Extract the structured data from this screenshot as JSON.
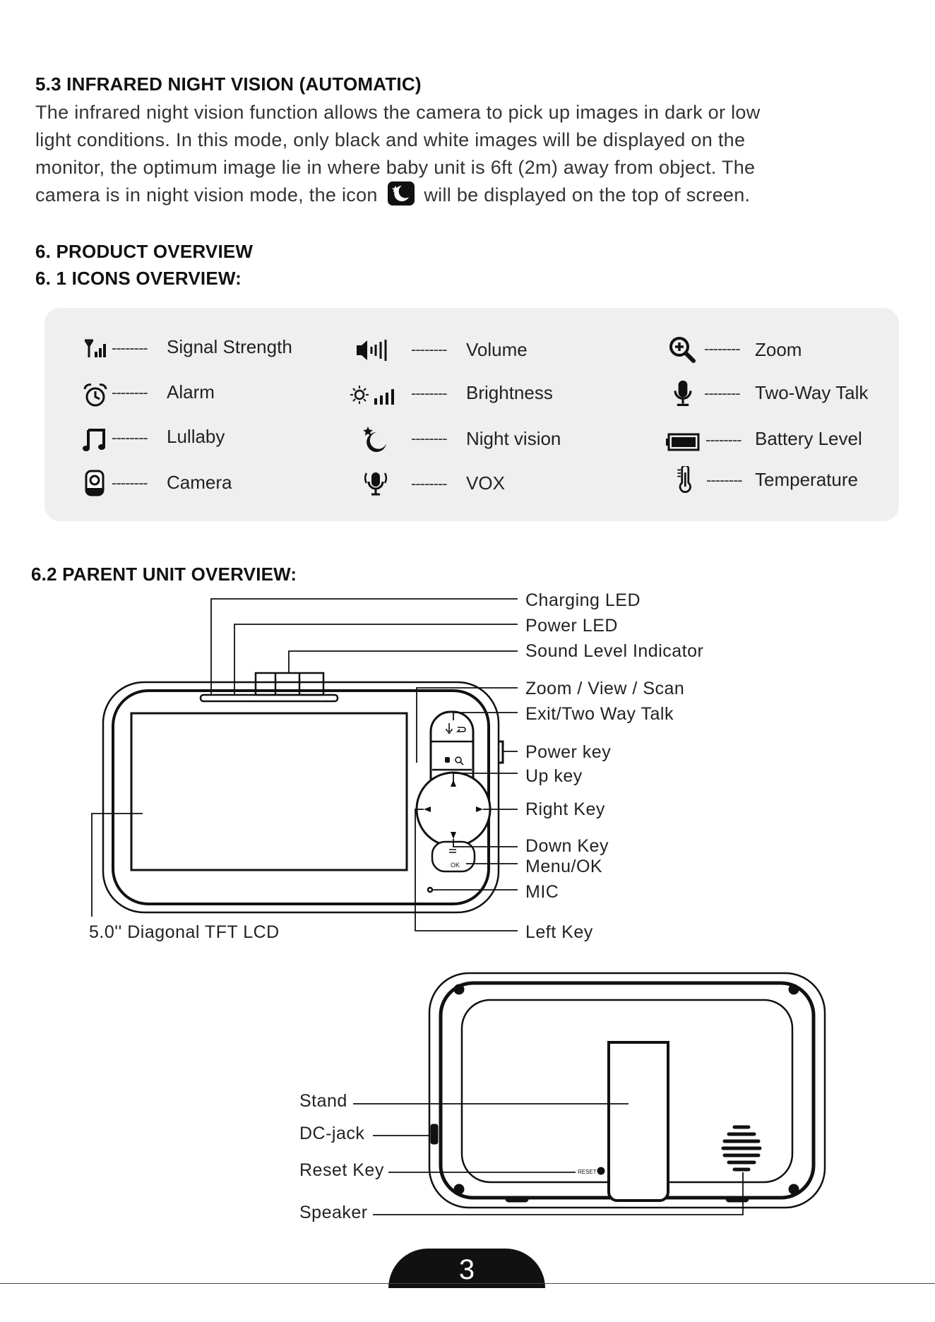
{
  "section_5_3": {
    "title": "5.3 INFRARED NIGHT VISION (AUTOMATIC)",
    "lines": [
      "The infrared night vision function allows the camera to pick up images in dark or low",
      "light conditions. In this mode, only black and white images will be displayed on the",
      "monitor, the optimum image lie in where baby unit is 6ft (2m) away from object. The"
    ],
    "last_line_before": "camera is in night vision mode, the icon",
    "last_line_after": "will be displayed on the top of screen."
  },
  "section_6": {
    "title": "6. PRODUCT OVERVIEW"
  },
  "section_6_1": {
    "title": "6. 1 ICONS OVERVIEW:",
    "icons": [
      {
        "label": "Signal Strength",
        "dash": "--------",
        "icon": "signal-strength-icon"
      },
      {
        "label": "Alarm",
        "dash": "--------",
        "icon": "alarm-icon"
      },
      {
        "label": "Lullaby",
        "dash": "--------",
        "icon": "lullaby-icon"
      },
      {
        "label": "Camera",
        "dash": "--------",
        "icon": "camera-icon"
      },
      {
        "label": "Volume",
        "dash": "--------",
        "icon": "volume-icon"
      },
      {
        "label": "Brightness",
        "dash": "--------",
        "icon": "brightness-icon"
      },
      {
        "label": "Night vision",
        "dash": "--------",
        "icon": "night-vision-icon"
      },
      {
        "label": "VOX",
        "dash": "--------",
        "icon": "vox-icon"
      },
      {
        "label": "Zoom",
        "dash": "--------",
        "icon": "zoom-icon"
      },
      {
        "label": "Two-Way Talk",
        "dash": "--------",
        "icon": "microphone-icon"
      },
      {
        "label": "Battery Level",
        "dash": "--------",
        "icon": "battery-icon"
      },
      {
        "label": "Temperature",
        "dash": "--------",
        "icon": "thermometer-icon"
      }
    ]
  },
  "section_6_2": {
    "title": "6.2 PARENT UNIT OVERVIEW:",
    "callouts": [
      "Charging LED",
      "Power LED",
      "Sound Level Indicator",
      "Zoom / View / Scan",
      "Exit/Two Way Talk",
      "Power key",
      "Up key",
      "Right Key",
      "Down Key",
      "Menu/OK",
      "MIC",
      "Left Key",
      "5.0'' Diagonal TFT LCD"
    ],
    "button_text": {
      "ok": "OK",
      "reset": "RESET"
    }
  },
  "back_view": {
    "callouts": [
      "Stand",
      "DC-jack",
      "Reset Key",
      "Speaker"
    ]
  },
  "page_number": "3"
}
